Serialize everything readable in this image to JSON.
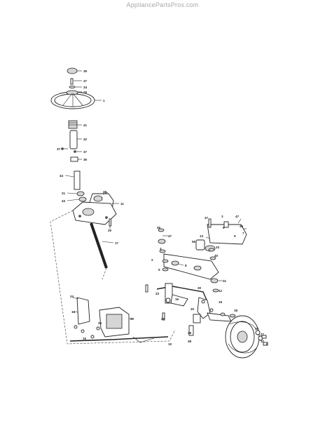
{
  "watermark": "AppliancePartsPros.com",
  "labels": [
    {
      "id": "l39a",
      "text": "39"
    },
    {
      "id": "l37a",
      "text": "37"
    },
    {
      "id": "l34",
      "text": "34"
    },
    {
      "id": "l29",
      "text": "29"
    },
    {
      "id": "l1",
      "text": "1"
    },
    {
      "id": "l41",
      "text": "41"
    },
    {
      "id": "l42",
      "text": "42"
    },
    {
      "id": "l37b",
      "text": "37"
    },
    {
      "id": "l37c",
      "text": "37"
    },
    {
      "id": "l36",
      "text": "36"
    },
    {
      "id": "l44",
      "text": "44"
    },
    {
      "id": "l21",
      "text": "21"
    },
    {
      "id": "l43",
      "text": "43"
    },
    {
      "id": "l48",
      "text": "48"
    },
    {
      "id": "l11",
      "text": "11"
    },
    {
      "id": "l20a",
      "text": "20"
    },
    {
      "id": "l17",
      "text": "17"
    },
    {
      "id": "l45",
      "text": "45"
    },
    {
      "id": "l47a",
      "text": "47"
    },
    {
      "id": "l47b",
      "text": "47"
    },
    {
      "id": "l47c",
      "text": "47"
    },
    {
      "id": "l13",
      "text": "13"
    },
    {
      "id": "l3",
      "text": "3"
    },
    {
      "id": "l55",
      "text": "55"
    },
    {
      "id": "l46",
      "text": "46"
    },
    {
      "id": "l6",
      "text": "6"
    },
    {
      "id": "l7",
      "text": "7"
    },
    {
      "id": "l9",
      "text": "9"
    },
    {
      "id": "l33",
      "text": "33"
    },
    {
      "id": "l40",
      "text": "40"
    },
    {
      "id": "l4",
      "text": "4"
    },
    {
      "id": "l2",
      "text": "2"
    },
    {
      "id": "l5",
      "text": "5"
    },
    {
      "id": "l8a",
      "text": "8"
    },
    {
      "id": "l30",
      "text": "30"
    },
    {
      "id": "l31",
      "text": "31"
    },
    {
      "id": "l12",
      "text": "12"
    },
    {
      "id": "l20b",
      "text": "20"
    },
    {
      "id": "l16",
      "text": "16"
    },
    {
      "id": "l18",
      "text": "18"
    },
    {
      "id": "l19",
      "text": "19"
    },
    {
      "id": "l23",
      "text": "23"
    },
    {
      "id": "l28",
      "text": "28"
    },
    {
      "id": "l38",
      "text": "38"
    },
    {
      "id": "l25",
      "text": "25"
    },
    {
      "id": "l35",
      "text": "35"
    },
    {
      "id": "l27",
      "text": "27"
    },
    {
      "id": "l32",
      "text": "32"
    },
    {
      "id": "l14",
      "text": "14"
    },
    {
      "id": "l15",
      "text": "15"
    },
    {
      "id": "l10",
      "text": "10"
    },
    {
      "id": "l22",
      "text": "22"
    },
    {
      "id": "l24",
      "text": "24"
    },
    {
      "id": "l26",
      "text": "26"
    },
    {
      "id": "l8b",
      "text": "8"
    }
  ]
}
